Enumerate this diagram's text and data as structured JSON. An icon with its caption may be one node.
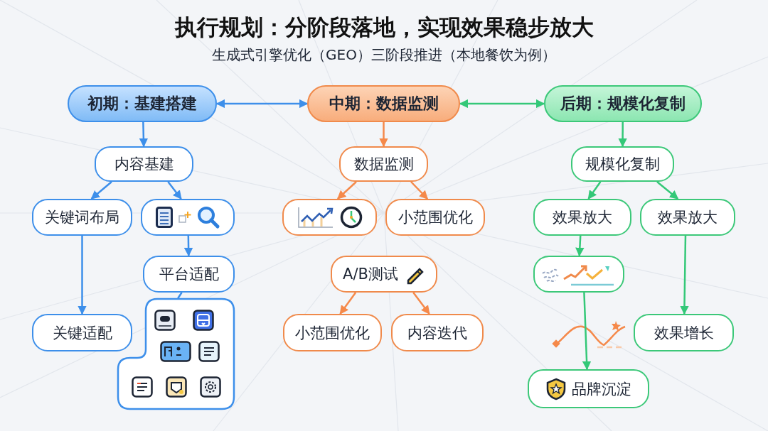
{
  "diagram": {
    "title": "执行规划：分阶段落地，实现效果稳步放大",
    "nodes": [
      {
        "text": [
          "初期：基建搭建"
        ]
      },
      {
        "text": [
          "中期：数据监测"
        ]
      },
      {
        "text": [
          "后期：规模化复制"
        ]
      },
      {
        "text": [
          "内容基建"
        ]
      },
      {
        "text": [
          "关键词布局"
        ]
      },
      {
        "text": [],
        "shape": "box"
      },
      {
        "text": [
          "平台适配"
        ]
      },
      {
        "text": [],
        "shape": "box"
      },
      {
        "text": [
          "关键适配"
        ]
      },
      {
        "text": [
          "数据监测"
        ]
      },
      {
        "text": [],
        "shape": "box"
      },
      {
        "text": [
          "小范围优化"
        ]
      },
      {
        "text": [
          "A/B测试"
        ]
      },
      {
        "text": [
          "小范围优化"
        ]
      },
      {
        "text": [
          "内容迭代"
        ]
      },
      {
        "text": [
          "规模化复制"
        ]
      },
      {
        "text": [
          "效果放大"
        ]
      },
      {
        "text": [
          "效果放大"
        ]
      },
      {
        "text": [],
        "shape": "box"
      },
      {
        "text": [
          "效果增长"
        ]
      },
      {
        "text": [
          "品牌沉淀"
        ]
      }
    ],
    "edges": [
      {
        "from": 0,
        "to": 1,
        "arrow": "both"
      },
      {
        "from": 1,
        "to": 2,
        "arrow": "both",
        "color": "#34c878"
      },
      {
        "from": 0,
        "to": 3,
        "arrow": "to"
      },
      {
        "from": 3,
        "to": 4,
        "arrow": "to"
      },
      {
        "from": 3,
        "to": 5,
        "arrow": "to"
      },
      {
        "from": 5,
        "to": 6,
        "arrow": "to"
      },
      {
        "from": 6,
        "to": 7,
        "arrow": "none"
      },
      {
        "from": 4,
        "to": 8,
        "arrow": "to"
      },
      {
        "from": 1,
        "to": 9,
        "arrow": "to",
        "color": "#f5894a"
      },
      {
        "from": 9,
        "to": 10,
        "arrow": "to",
        "color": "#f5894a"
      },
      {
        "from": 9,
        "to": 11,
        "arrow": "to",
        "color": "#f5894a"
      },
      {
        "from": 12,
        "to": 13,
        "arrow": "to",
        "color": "#f5894a"
      },
      {
        "from": 12,
        "to": 14,
        "arrow": "to",
        "color": "#f5894a"
      },
      {
        "from": 2,
        "to": 15,
        "arrow": "to",
        "color": "#34c878"
      },
      {
        "from": 15,
        "to": 16,
        "arrow": "to",
        "color": "#34c878"
      },
      {
        "from": 15,
        "to": 17,
        "arrow": "to",
        "color": "#34c878"
      },
      {
        "from": 16,
        "to": 18,
        "arrow": "to",
        "color": "#34c878"
      },
      {
        "from": 18,
        "to": 20,
        "arrow": "to",
        "color": "#34c878"
      },
      {
        "from": 17,
        "to": 19,
        "arrow": "to",
        "color": "#34c878"
      }
    ],
    "labels": [
      "生成式引擎优化（GEO）三阶段推进（本地餐饮为例）"
    ]
  }
}
